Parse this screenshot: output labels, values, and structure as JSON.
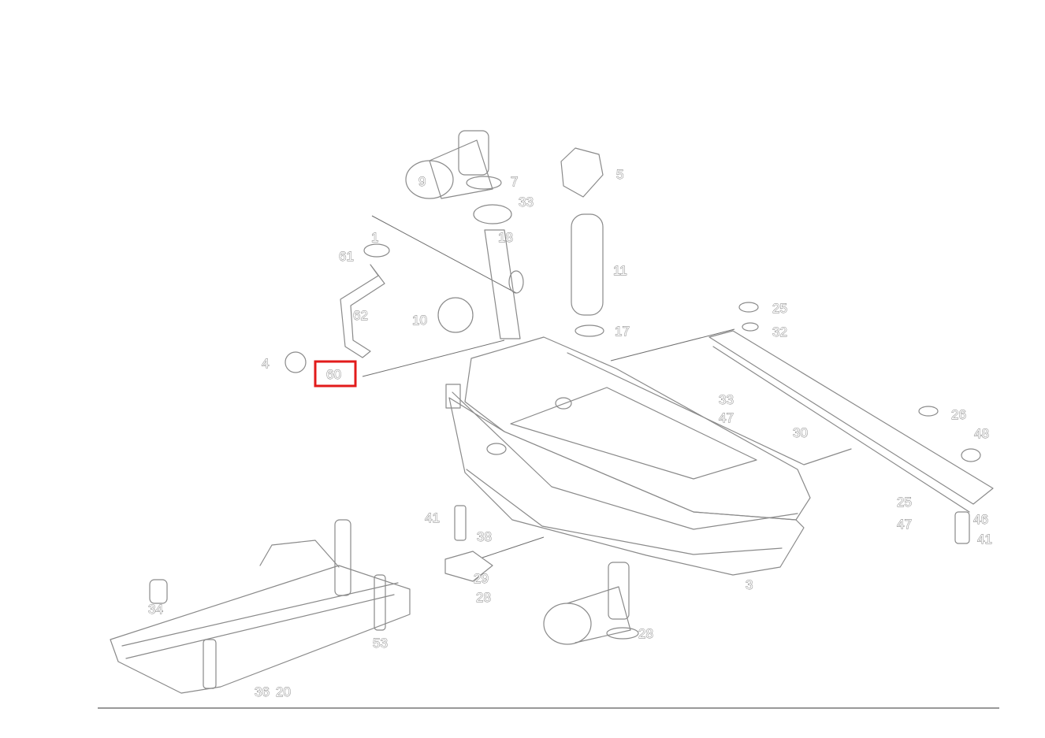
{
  "highlight": {
    "label": "60",
    "color": "#e21b1b"
  },
  "callouts": [
    {
      "id": "c-9",
      "text": "9"
    },
    {
      "id": "c-5",
      "text": "5"
    },
    {
      "id": "c-7",
      "text": "7"
    },
    {
      "id": "c-33a",
      "text": "33"
    },
    {
      "id": "c-1",
      "text": "1"
    },
    {
      "id": "c-61",
      "text": "61"
    },
    {
      "id": "c-18",
      "text": "18"
    },
    {
      "id": "c-11",
      "text": "11"
    },
    {
      "id": "c-10",
      "text": "10"
    },
    {
      "id": "c-25a",
      "text": "25"
    },
    {
      "id": "c-62",
      "text": "62"
    },
    {
      "id": "c-17",
      "text": "17"
    },
    {
      "id": "c-32",
      "text": "32"
    },
    {
      "id": "c-4",
      "text": "4"
    },
    {
      "id": "c-33b",
      "text": "33"
    },
    {
      "id": "c-47a",
      "text": "47"
    },
    {
      "id": "c-30",
      "text": "30"
    },
    {
      "id": "c-26",
      "text": "26"
    },
    {
      "id": "c-48",
      "text": "48"
    },
    {
      "id": "c-41a",
      "text": "41"
    },
    {
      "id": "c-38",
      "text": "38"
    },
    {
      "id": "c-29",
      "text": "29"
    },
    {
      "id": "c-28a",
      "text": "28"
    },
    {
      "id": "c-3",
      "text": "3"
    },
    {
      "id": "c-25b",
      "text": "25"
    },
    {
      "id": "c-46",
      "text": "46"
    },
    {
      "id": "c-47b",
      "text": "47"
    },
    {
      "id": "c-41b",
      "text": "41"
    },
    {
      "id": "c-28b",
      "text": "28"
    },
    {
      "id": "c-34",
      "text": "34"
    },
    {
      "id": "c-53",
      "text": "53"
    },
    {
      "id": "c-36",
      "text": "36"
    },
    {
      "id": "c-20",
      "text": "20"
    }
  ]
}
